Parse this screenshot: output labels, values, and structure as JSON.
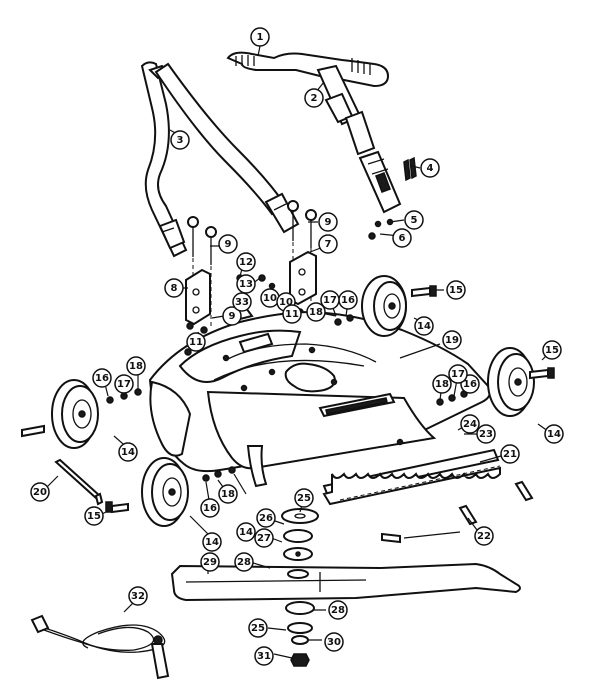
{
  "callouts": [
    {
      "label": "1"
    },
    {
      "label": "2"
    },
    {
      "label": "3"
    },
    {
      "label": "4"
    },
    {
      "label": "5"
    },
    {
      "label": "6"
    },
    {
      "label": "7"
    },
    {
      "label": "8"
    },
    {
      "label": "9"
    },
    {
      "label": "9"
    },
    {
      "label": "9"
    },
    {
      "label": "10"
    },
    {
      "label": "10"
    },
    {
      "label": "11"
    },
    {
      "label": "11"
    },
    {
      "label": "12"
    },
    {
      "label": "13"
    },
    {
      "label": "14"
    },
    {
      "label": "14"
    },
    {
      "label": "14"
    },
    {
      "label": "14"
    },
    {
      "label": "14"
    },
    {
      "label": "15"
    },
    {
      "label": "15"
    },
    {
      "label": "15"
    },
    {
      "label": "16"
    },
    {
      "label": "16"
    },
    {
      "label": "16"
    },
    {
      "label": "16"
    },
    {
      "label": "17"
    },
    {
      "label": "17"
    },
    {
      "label": "17"
    },
    {
      "label": "18"
    },
    {
      "label": "18"
    },
    {
      "label": "18"
    },
    {
      "label": "18"
    },
    {
      "label": "19"
    },
    {
      "label": "20"
    },
    {
      "label": "21"
    },
    {
      "label": "22"
    },
    {
      "label": "23"
    },
    {
      "label": "24"
    },
    {
      "label": "25"
    },
    {
      "label": "25"
    },
    {
      "label": "26"
    },
    {
      "label": "27"
    },
    {
      "label": "28"
    },
    {
      "label": "28"
    },
    {
      "label": "29"
    },
    {
      "label": "30"
    },
    {
      "label": "31"
    },
    {
      "label": "32"
    },
    {
      "label": "33"
    }
  ]
}
